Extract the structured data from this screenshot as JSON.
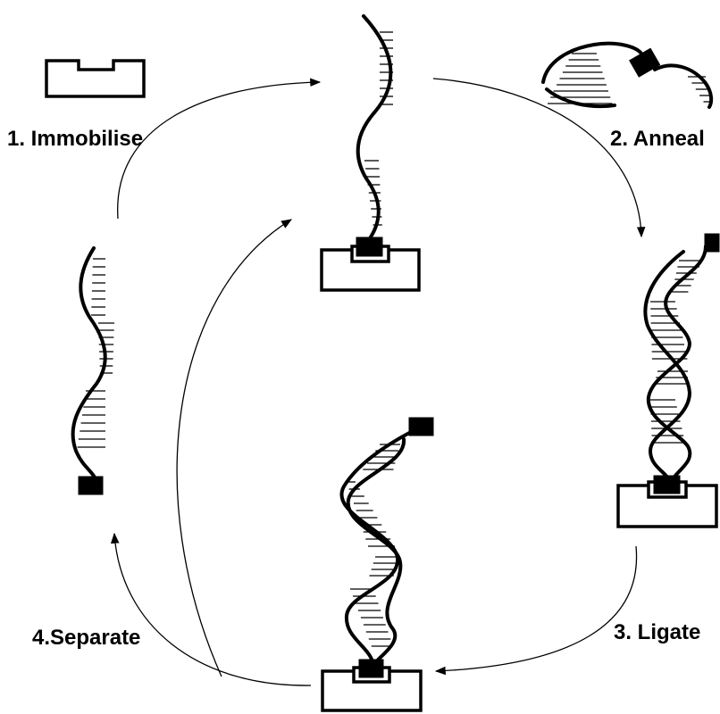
{
  "steps": {
    "immobilise": "1. Immobilise",
    "anneal": "2. Anneal",
    "ligate": "3. Ligate",
    "separate": "4.Separate"
  },
  "colors": {
    "ink": "#000000",
    "background": "#ffffff"
  }
}
